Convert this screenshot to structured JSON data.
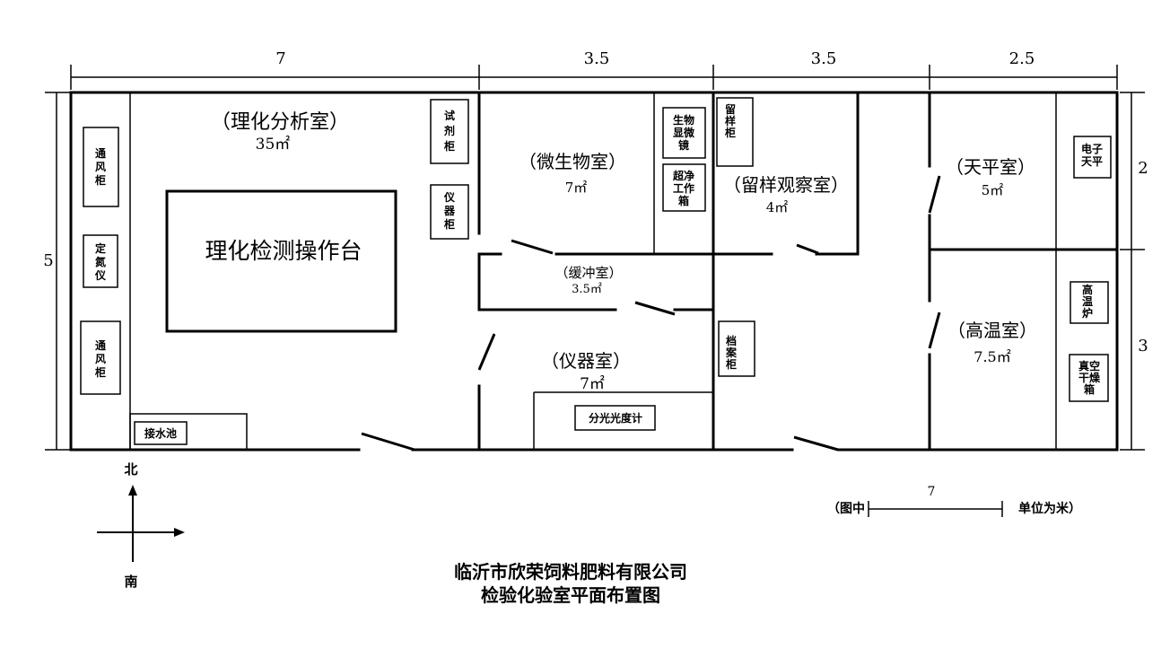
{
  "dimensions": {
    "top": [
      "7",
      "3.5",
      "3.5",
      "2.5"
    ],
    "left": "5",
    "right": [
      "2",
      "3"
    ]
  },
  "rooms": {
    "physchem": {
      "name": "（理化分析室）",
      "area": "35㎡"
    },
    "physchem_table": "理化检测操作台",
    "micro": {
      "name": "（微生物室）",
      "area": "7㎡"
    },
    "buffer": {
      "name": "（缓冲室）",
      "area": "3.5㎡"
    },
    "sample": {
      "name": "（留样观察室）",
      "area": "4㎡"
    },
    "balance": {
      "name": "（天平室）",
      "area": "5㎡"
    },
    "hightemp": {
      "name": "（高温室）",
      "area": "7.5㎡"
    },
    "instrument": {
      "name": "（仪器室）",
      "area": "7㎡"
    }
  },
  "equipment": {
    "fume_hood": [
      "通",
      "风",
      "柜"
    ],
    "fume_hood_2": [
      "通",
      "风",
      "柜"
    ],
    "nitrogen_analyzer": [
      "定",
      "氮",
      "仪"
    ],
    "water_sink": "接水池",
    "reagent_cabinet": [
      "试",
      "剂",
      "柜"
    ],
    "instrument_cabinet": [
      "仪",
      "器",
      "柜"
    ],
    "microscope": [
      "生物",
      "显微",
      "镜"
    ],
    "clean_bench": [
      "超净",
      "工作",
      "箱"
    ],
    "sample_cabinet": [
      "留",
      "样",
      "柜"
    ],
    "archive_cabinet": [
      "档",
      "案",
      "柜"
    ],
    "spectrophotometer": "分光光度计",
    "electronic_balance": [
      "电子",
      "天平"
    ],
    "furnace": [
      "高",
      "温",
      "炉"
    ],
    "vacuum_oven": [
      "真空",
      "干燥",
      "箱"
    ]
  },
  "compass": {
    "north": "北",
    "south": "南"
  },
  "scale": {
    "left": "（图中",
    "value": "7",
    "right": "单位为米）"
  },
  "title": {
    "line1": "临沂市欣荣饲料肥料有限公司",
    "line2": "检验化验室平面布置图"
  }
}
